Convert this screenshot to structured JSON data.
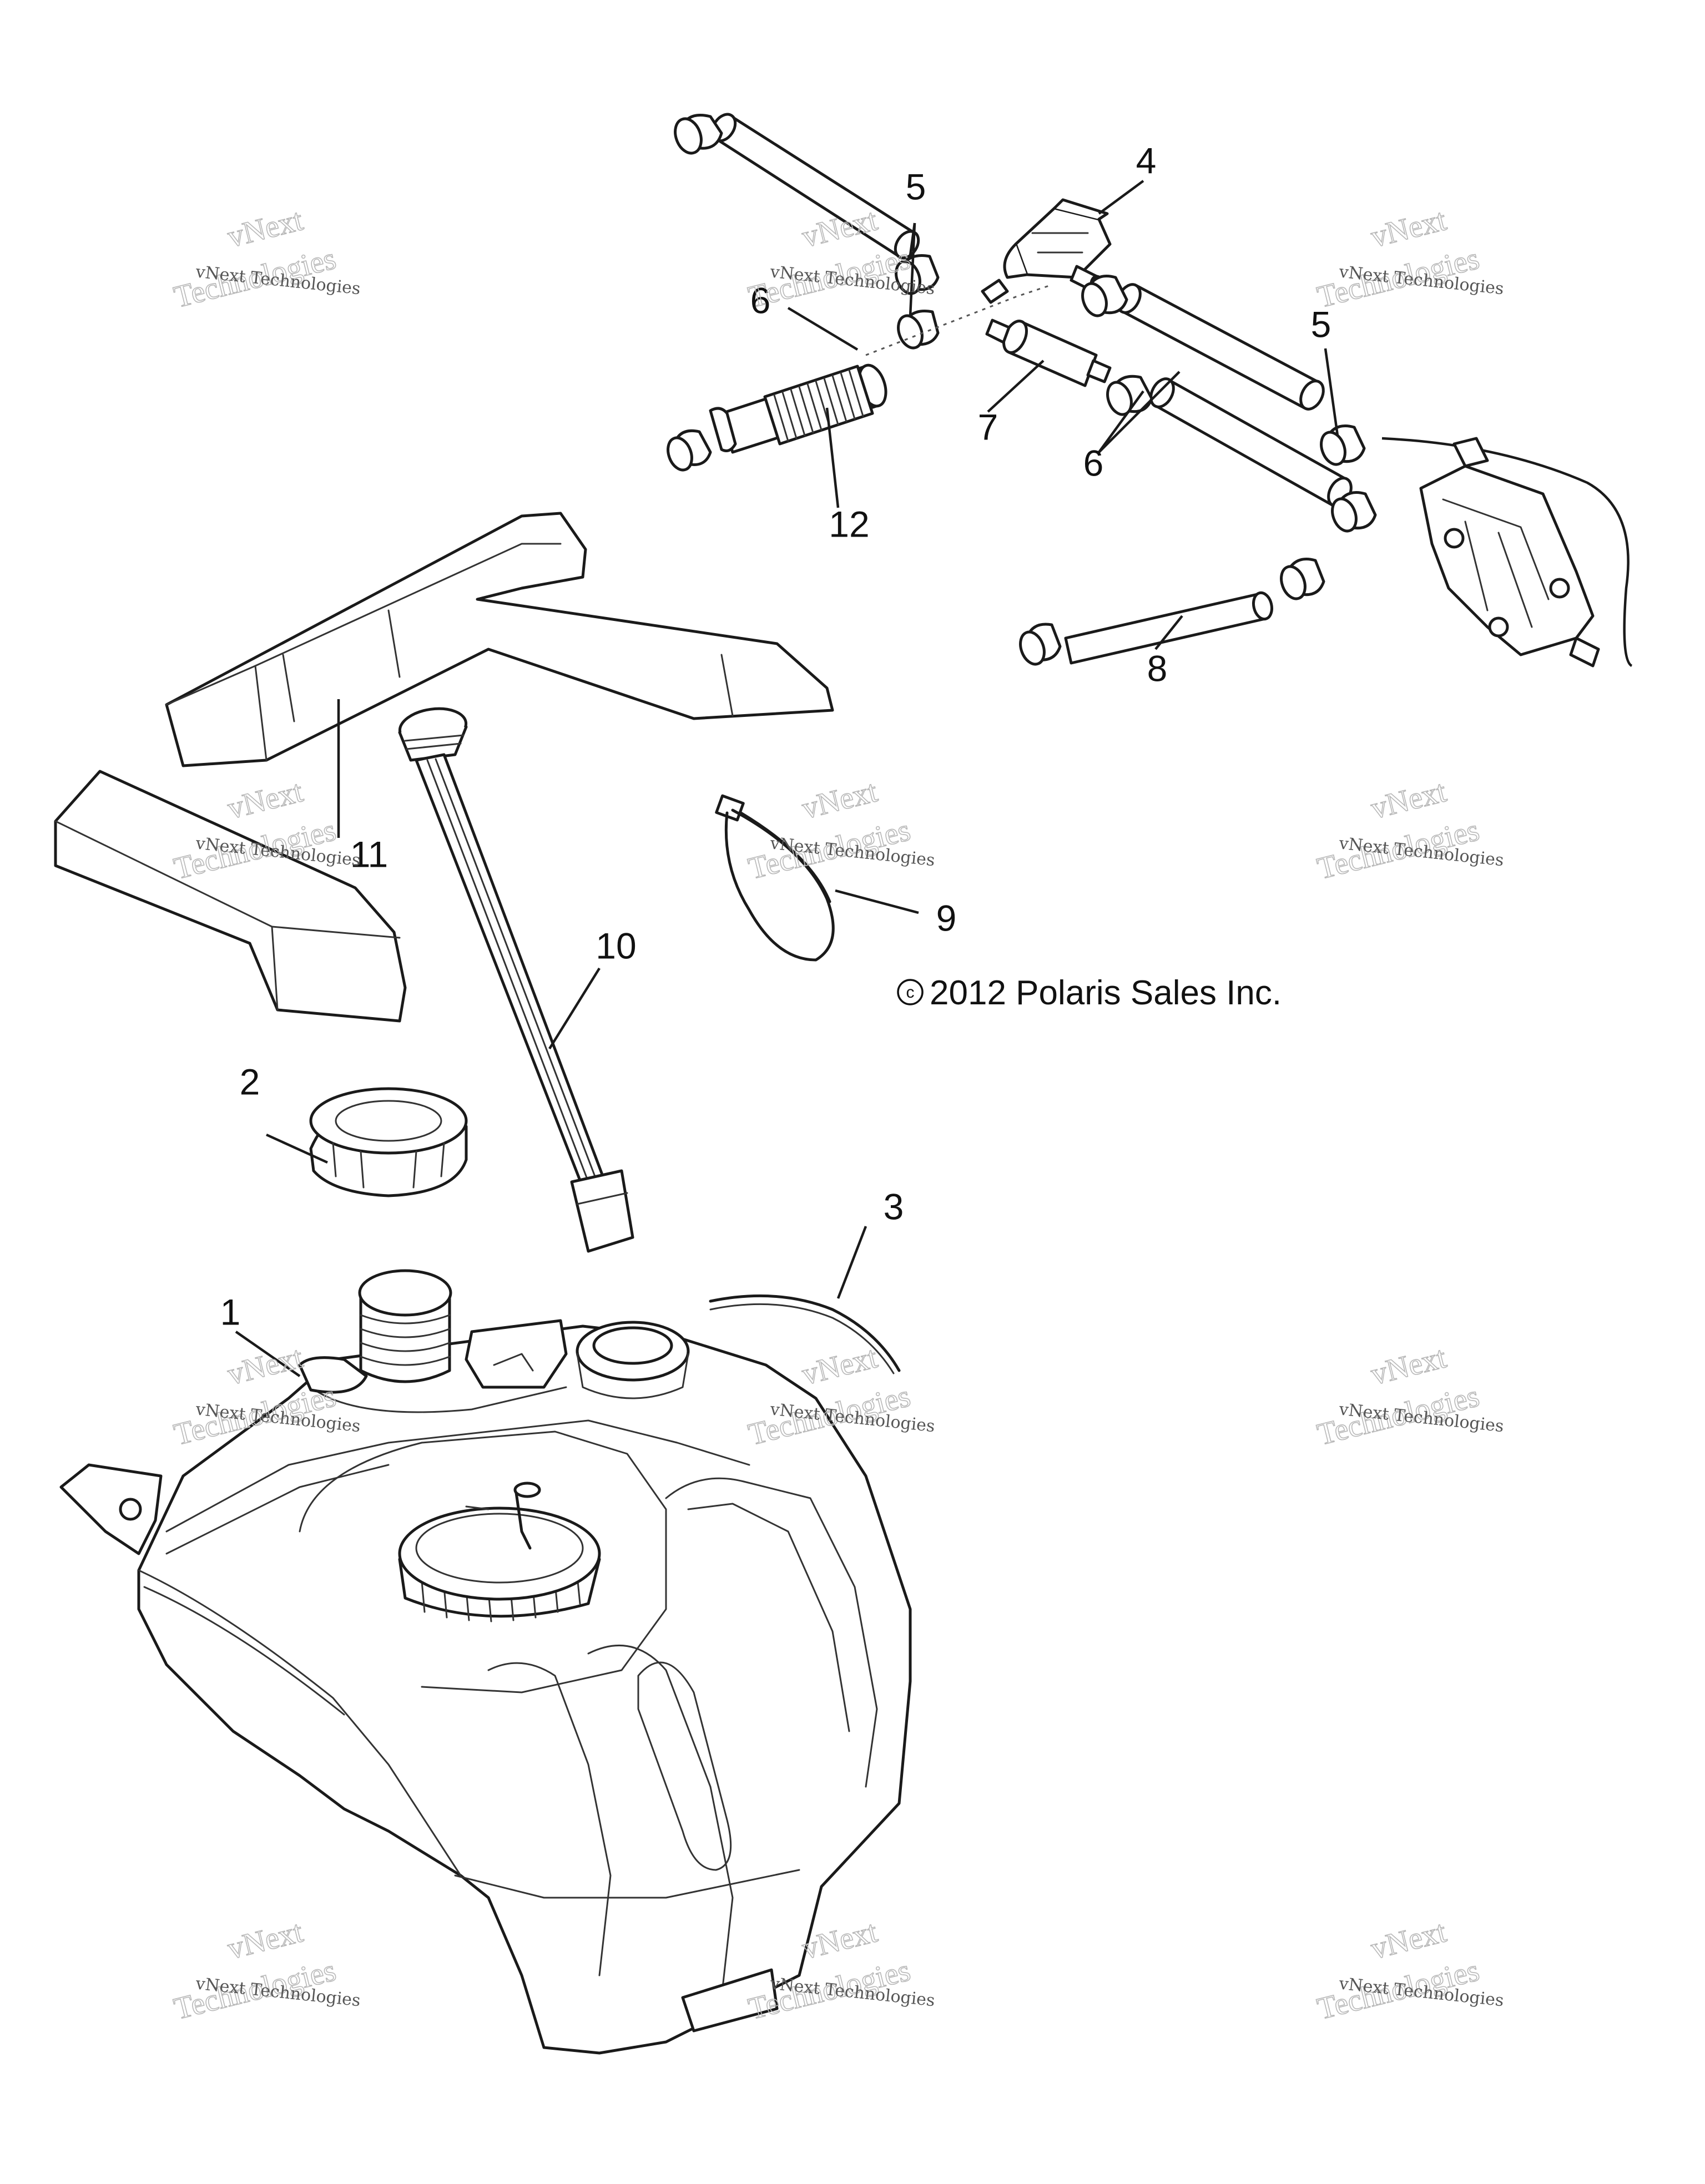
{
  "diagram": {
    "copyright": {
      "symbol": "c",
      "text": "2012 Polaris Sales Inc."
    },
    "callouts": [
      {
        "id": "1",
        "label": "1"
      },
      {
        "id": "2",
        "label": "2"
      },
      {
        "id": "3",
        "label": "3"
      },
      {
        "id": "4",
        "label": "4"
      },
      {
        "id": "5a",
        "label": "5"
      },
      {
        "id": "5b",
        "label": "5"
      },
      {
        "id": "6a",
        "label": "6"
      },
      {
        "id": "6b",
        "label": "6"
      },
      {
        "id": "7",
        "label": "7"
      },
      {
        "id": "8",
        "label": "8"
      },
      {
        "id": "9",
        "label": "9"
      },
      {
        "id": "10",
        "label": "10"
      },
      {
        "id": "11",
        "label": "11"
      },
      {
        "id": "12",
        "label": "12"
      }
    ],
    "watermark": {
      "line1": "vNext Technologies",
      "line2": "vNext",
      "line3": "Technologies"
    }
  }
}
